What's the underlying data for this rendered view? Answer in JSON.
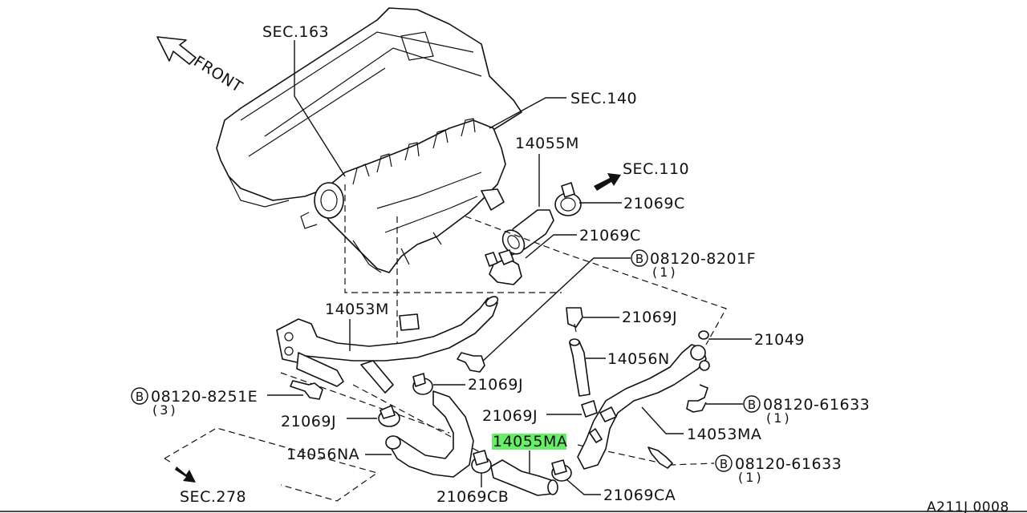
{
  "labels": {
    "front": "FRONT",
    "sec163": "SEC.163",
    "sec140": "SEC.140",
    "sec110": "SEC.110",
    "sec278": "SEC.278",
    "p14055M": "14055M",
    "p21069C_a": "21069C",
    "p21069C_b": "21069C",
    "b_08120_8201F": "08120-8201F",
    "b_08120_8201F_qty": "(1)",
    "p14053M": "14053M",
    "p21069J_a": "21069J",
    "p21049": "21049",
    "p14056N": "14056N",
    "p21069J_b": "21069J",
    "b_08120_8251E": "08120-8251E",
    "b_08120_8251E_qty": "(3)",
    "b_08120_61633_a": "08120-61633",
    "b_08120_61633_a_qty": "(1)",
    "p21069J_c": "21069J",
    "p21069J_d": "21069J",
    "p14053MA": "14053MA",
    "p14056NA": "14056NA",
    "p14055MA": "14055MA",
    "b_08120_61633_b": "08120-61633",
    "b_08120_61633_b_qty": "(1)",
    "p21069CB": "21069CB",
    "p21069CA": "21069CA",
    "diagram_id": "A211J 0008"
  },
  "bolt_marker": "B",
  "highlight_color": "#66ee66",
  "line_color": "#111111",
  "icons": [
    "front-arrow-icon",
    "sec110-arrow-icon",
    "sec278-arrow-icon",
    "bolt-marker-icon"
  ]
}
